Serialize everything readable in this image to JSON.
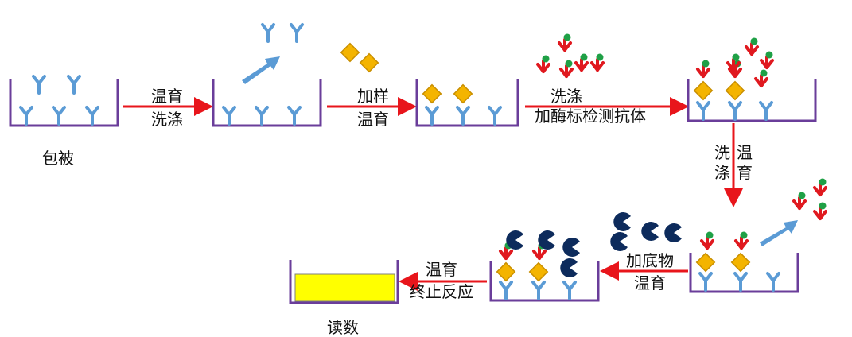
{
  "colors": {
    "well": "#6a3d9a",
    "capture_antibody": "#5b9bd5",
    "antigen_fill": "#f4b400",
    "antigen_stroke": "#c98f00",
    "detection_antibody": "#e0191f",
    "enzyme_label": "#1fa046",
    "substrate": "#0d2b5c",
    "arrow_red": "#e8151b",
    "arrow_blue": "#5b9bd5",
    "readout": "#ffff00"
  },
  "steps": {
    "coating": "包被",
    "incubate_wash_1": [
      "温育",
      "洗涤"
    ],
    "add_sample_incubate": [
      "加样",
      "温育"
    ],
    "wash_add_detection": [
      "洗涤",
      "加酶标检测抗体"
    ],
    "wash_incubate_vertical": [
      "洗",
      "涤",
      "温",
      "育"
    ],
    "add_substrate_incubate": [
      "加底物",
      "温育"
    ],
    "incubate_stop": [
      "温育",
      "终止反应"
    ],
    "read": "读数"
  }
}
